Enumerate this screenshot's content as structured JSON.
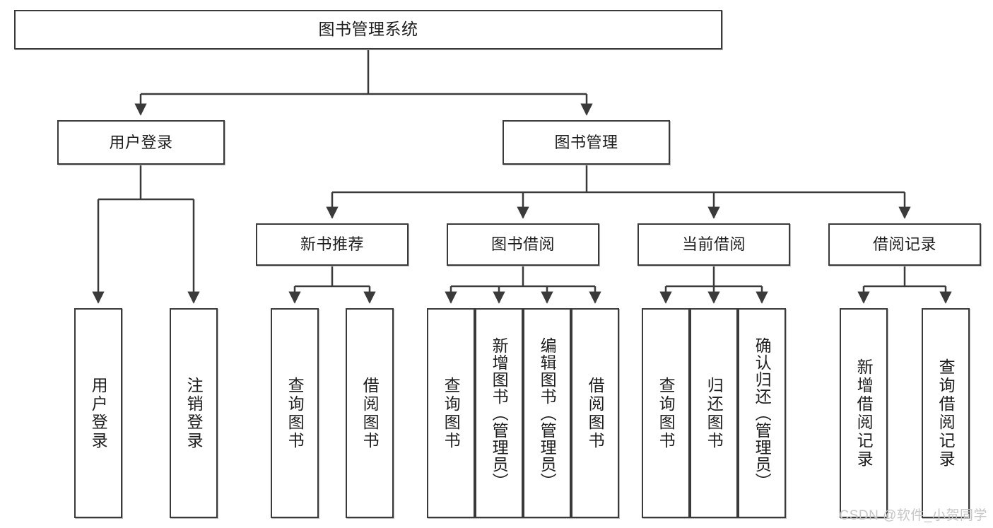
{
  "diagram": {
    "title": "图书管理系统",
    "type": "tree-hierarchy",
    "watermark": "CSDN @软件_小贺同学",
    "colors": {
      "box_border": "#3a3a3a",
      "box_fill": "#ffffff",
      "edge": "#3a3a3a",
      "watermark": "#c6c6c6",
      "background": "#ffffff"
    },
    "root": {
      "id": "root",
      "label": "图书管理系统"
    },
    "level2": [
      {
        "id": "user-login",
        "label": "用户登录"
      },
      {
        "id": "book-manage",
        "label": "图书管理"
      }
    ],
    "level3": [
      {
        "id": "new-book-rec",
        "label": "新书推荐",
        "parent": "book-manage"
      },
      {
        "id": "book-borrow",
        "label": "图书借阅",
        "parent": "book-manage"
      },
      {
        "id": "current-borrow",
        "label": "当前借阅",
        "parent": "book-manage"
      },
      {
        "id": "borrow-record",
        "label": "借阅记录",
        "parent": "book-manage"
      }
    ],
    "leaves": [
      {
        "id": "leaf-user-login",
        "label": "用户登录",
        "parent": "user-login"
      },
      {
        "id": "leaf-logout",
        "label": "注销登录",
        "parent": "user-login"
      },
      {
        "id": "leaf-query-book-1",
        "label": "查询图书",
        "parent": "new-book-rec"
      },
      {
        "id": "leaf-borrow-book-1",
        "label": "借阅图书",
        "parent": "new-book-rec"
      },
      {
        "id": "leaf-query-book-2",
        "label": "查询图书",
        "parent": "book-borrow"
      },
      {
        "id": "leaf-add-book",
        "label": "新增图书（管理员）",
        "parent": "book-borrow"
      },
      {
        "id": "leaf-edit-book",
        "label": "编辑图书（管理员）",
        "parent": "book-borrow"
      },
      {
        "id": "leaf-borrow-book-2",
        "label": "借阅图书",
        "parent": "book-borrow"
      },
      {
        "id": "leaf-query-book-3",
        "label": "查询图书",
        "parent": "current-borrow"
      },
      {
        "id": "leaf-return-book",
        "label": "归还图书",
        "parent": "current-borrow"
      },
      {
        "id": "leaf-confirm-return",
        "label": "确认归还（管理员）",
        "parent": "current-borrow"
      },
      {
        "id": "leaf-add-record",
        "label": "新增借阅记录",
        "parent": "borrow-record"
      },
      {
        "id": "leaf-query-record",
        "label": "查询借阅记录",
        "parent": "borrow-record"
      }
    ]
  }
}
